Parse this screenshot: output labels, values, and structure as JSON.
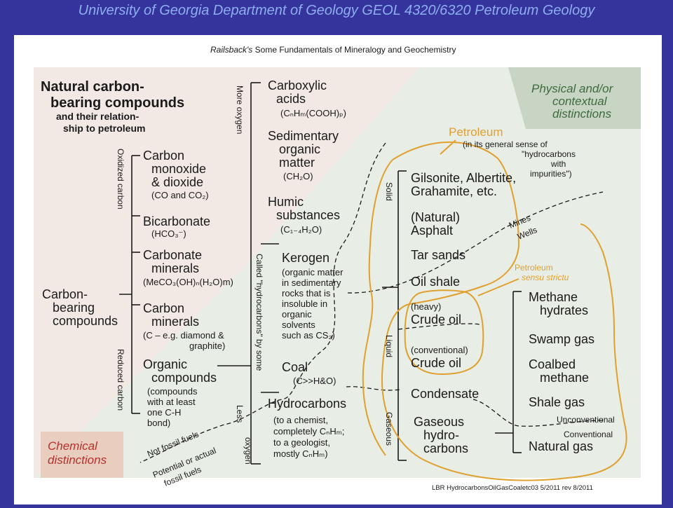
{
  "header": {
    "title": "University of Georgia Department of Geology GEOL 4320/6320 Petroleum Geology"
  },
  "sheet": {
    "subtitle_author": "Railsback's",
    "subtitle_rest": " Some Fundamentals of Mineralogy and Geochemistry",
    "footer": "LBR   HydrocarbonsOilGasCoaletc03   5/2011 rev 8/2011",
    "colors": {
      "left_panel": "#f3e9e4",
      "right_panel": "#e8eee5",
      "physical_box": "#c8d4c4",
      "chemical_box": "#e9cdbf",
      "orange": "#e0a030",
      "red_text": "#b5302a",
      "green_text": "#3d6b3d"
    }
  },
  "title": {
    "line1": "Natural carbon-",
    "line2": "bearing compounds",
    "line3": "and their relation-",
    "line4": "ship to petroleum"
  },
  "distinctions": {
    "physical": [
      "Physical and/or",
      "contextual",
      "distinctions"
    ],
    "chemical": [
      "Chemical",
      "distinctions"
    ]
  },
  "root": [
    "Carbon-",
    "bearing",
    "compounds"
  ],
  "axes": {
    "oxidized": "Oxidized carbon",
    "reduced": "Reduced carbon",
    "more_oxygen": "More oxygen",
    "less_oxygen_1": "Less",
    "less_oxygen_2": "oxygen",
    "called_hydrocarbons": "Called \"hydrocarbons\" by some",
    "not_fossil": "Not fossil fuels",
    "potential_fossil": "Potential or actual",
    "potential_fossil_2": "fossil fuels",
    "solid": "Solid",
    "liquid": "Liquid",
    "gaseous": "Gaseous",
    "mines": "Mines",
    "wells": "Wells",
    "unconventional": "Unconventional",
    "conventional": "Conventional"
  },
  "col1": {
    "carbon_oxides": [
      "Carbon",
      "monoxide",
      "& dioxide",
      "(CO and CO₂)"
    ],
    "bicarbonate": [
      "Bicarbonate",
      "(HCO₃⁻)"
    ],
    "carbonate_minerals": [
      "Carbonate",
      "minerals",
      "(MeCO₃(OH)ₙ(H₂O)m)"
    ],
    "carbon_minerals": [
      "Carbon",
      "minerals",
      "(C – e.g. diamond &",
      "graphite)"
    ],
    "organic": [
      "Organic",
      "compounds",
      "(compounds",
      "with at least",
      "one C-H",
      "bond)"
    ]
  },
  "col2": {
    "carboxylic": [
      "Carboxylic",
      "acids",
      "(CₙHₘ(COOH)ₚ)"
    ],
    "sedimentary": [
      "Sedimentary",
      "organic",
      "matter",
      "(CH₂O)"
    ],
    "humic": [
      "Humic",
      "substances",
      "(C₁₋₄H₂O)"
    ],
    "kerogen": [
      "Kerogen",
      "(organic matter",
      "in sedimentary",
      "rocks that is",
      "insoluble in",
      "organic",
      "solvents",
      "such as CS₂)"
    ],
    "coal": [
      "Coal",
      "(C>>H&O)"
    ],
    "hydrocarbons": [
      "Hydrocarbons",
      "(to a chemist,",
      "completely CₙHₘ;",
      "to a geologist,",
      "mostly CₙHₘ)"
    ]
  },
  "petroleum": {
    "label": "Petroleum",
    "note": [
      "(in its general sense of",
      "\"hydrocarbons",
      "with",
      "impurities\")"
    ],
    "strictu": [
      "Petroleum",
      "sensu strictu"
    ]
  },
  "col3": {
    "gilsonite": [
      "Gilsonite, Albertite,",
      "Grahamite, etc."
    ],
    "asphalt": [
      "(Natural)",
      "Asphalt"
    ],
    "tar": "Tar sands",
    "oil_shale": "Oil shale",
    "heavy": [
      "(heavy)",
      "Crude oil"
    ],
    "conventional": [
      "(conventional)",
      "Crude oil"
    ],
    "condensate": "Condensate",
    "gaseous_hc": [
      "Gaseous",
      "hydro-",
      "carbons"
    ]
  },
  "col4": {
    "methane_hydrates": [
      "Methane",
      "hydrates"
    ],
    "swamp_gas": "Swamp gas",
    "coalbed": [
      "Coalbed",
      "methane"
    ],
    "shale_gas": "Shale gas",
    "natural_gas": "Natural gas"
  }
}
